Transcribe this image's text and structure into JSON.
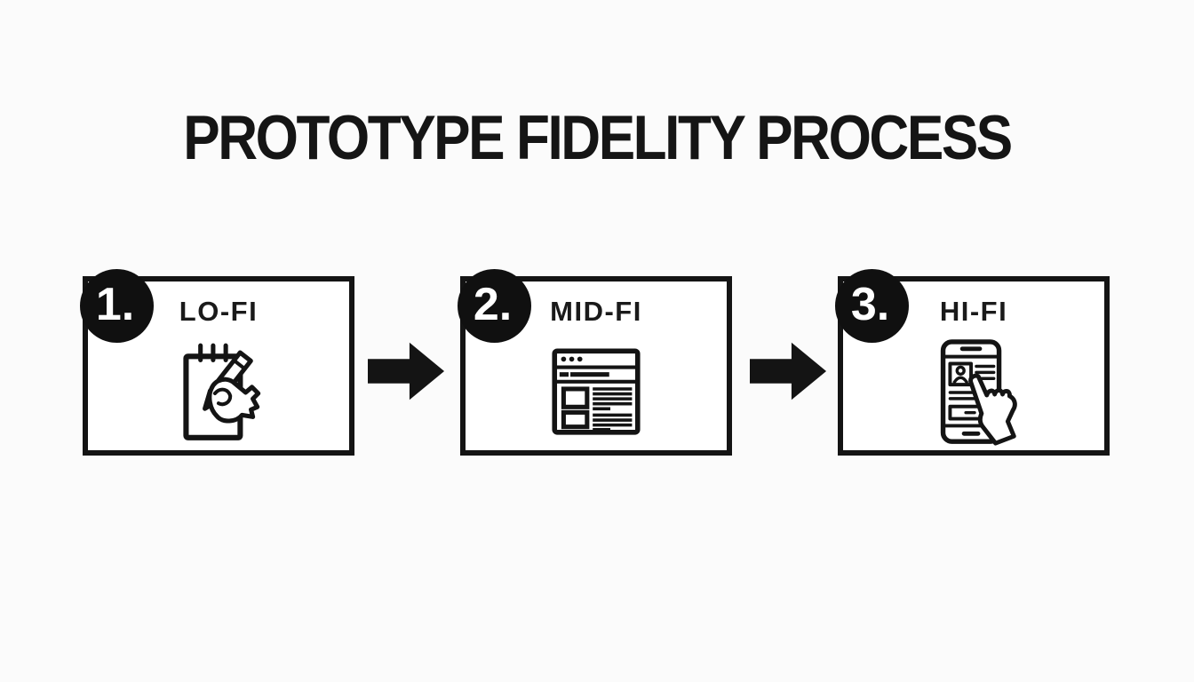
{
  "title": "PROTOTYPE FIDELITY PROCESS",
  "steps": [
    {
      "number": "1.",
      "label": "LO-FI",
      "icon": "sketch-notepad-icon"
    },
    {
      "number": "2.",
      "label": "MID-FI",
      "icon": "wireframe-browser-icon"
    },
    {
      "number": "3.",
      "label": "HI-FI",
      "icon": "phone-tap-icon"
    }
  ],
  "connectors": [
    "right-arrow-icon",
    "right-arrow-icon"
  ],
  "colors": {
    "ink": "#141414",
    "background": "#fbfbfb",
    "box_fill": "#ffffff",
    "badge_fill": "#101010",
    "badge_text": "#ffffff"
  }
}
